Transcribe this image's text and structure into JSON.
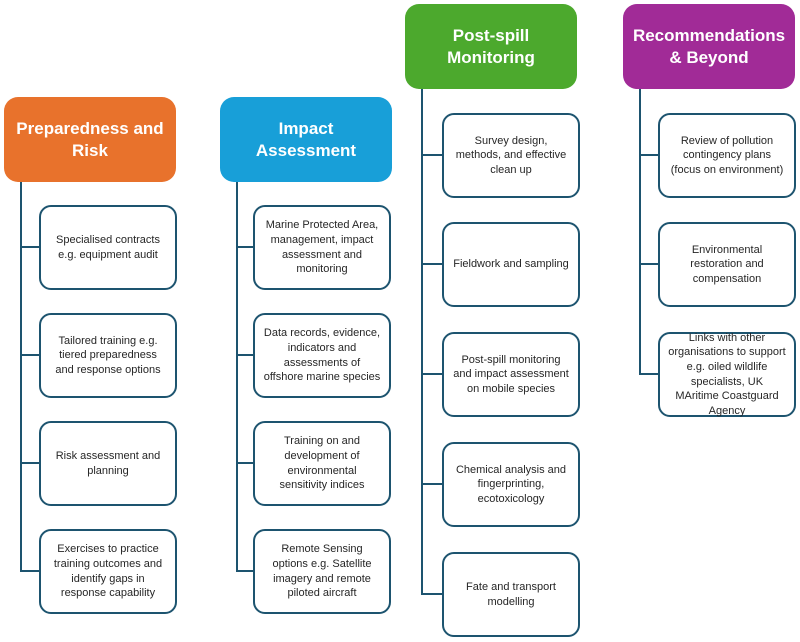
{
  "diagram": {
    "background_color": "#ffffff",
    "connector_color": "#1D546F",
    "columns": [
      {
        "header": "Preparedness and Risk",
        "color": "#E8722C",
        "items": [
          "Specialised contracts e.g. equipment audit",
          "Tailored training e.g. tiered preparedness and response options",
          "Risk assessment and planning",
          "Exercises to practice training outcomes and identify gaps in response capability"
        ]
      },
      {
        "header": "Impact Assessment",
        "color": "#189FD8",
        "items": [
          "Marine Protected Area, management, impact assessment and monitoring",
          "Data records, evidence, indicators and assessments of offshore marine species",
          "Training on and development of environmental sensitivity indices",
          "Remote Sensing options e.g. Satellite imagery and remote piloted aircraft"
        ]
      },
      {
        "header": "Post-spill Monitoring",
        "color": "#4CA92D",
        "items": [
          "Survey design, methods, and effective clean up",
          "Fieldwork and sampling",
          "Post-spill monitoring and impact assessment on mobile species",
          "Chemical analysis and fingerprinting, ecotoxicology",
          "Fate and transport modelling"
        ]
      },
      {
        "header": "Recommendations & Beyond",
        "color": "#A12B97",
        "items": [
          "Review of pollution contingency plans (focus on environment)",
          "Environmental restoration and compensation",
          "Links with other organisations to support e.g. oiled wildlife specialists, UK MAritime Coastguard Agency"
        ]
      }
    ]
  }
}
